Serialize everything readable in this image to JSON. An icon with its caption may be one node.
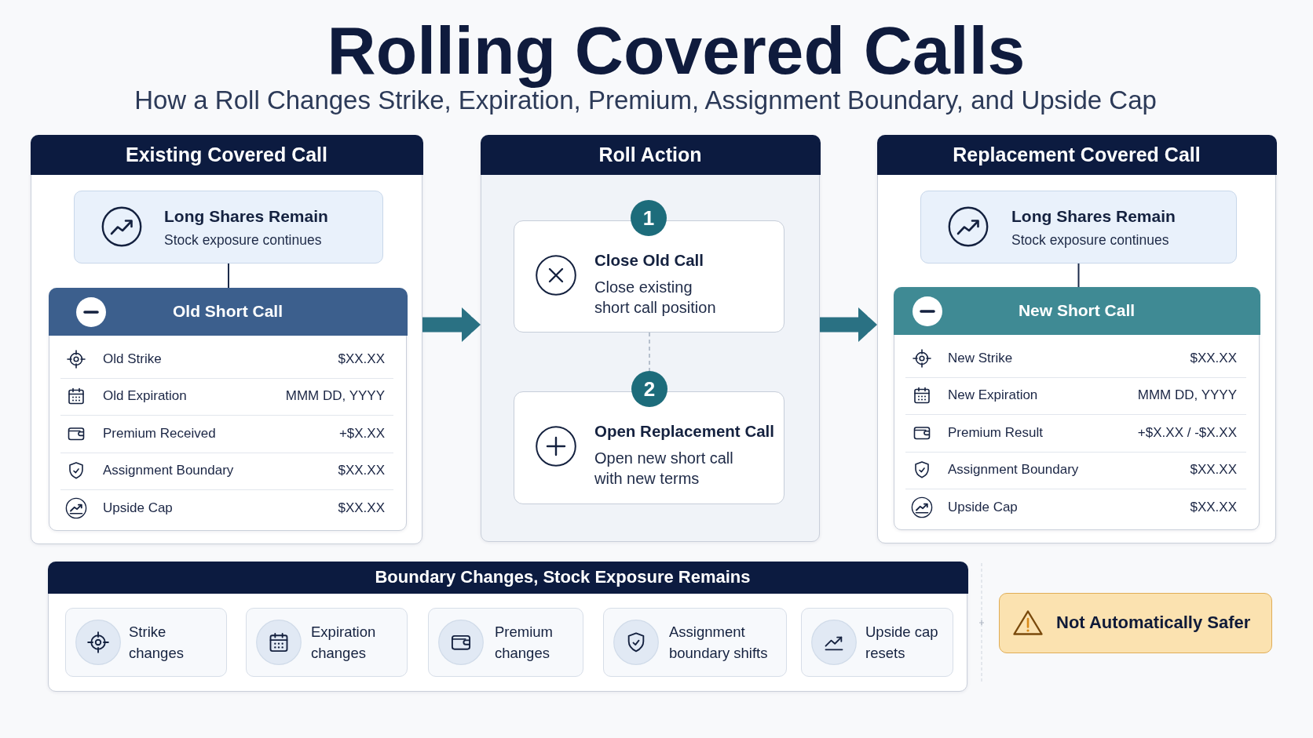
{
  "diagram": {
    "title": "Rolling Covered Calls",
    "caption": "How a Roll Changes Strike, Expiration, Premium, Assignment Boundary, and Upside Cap",
    "nodes": [
      {
        "text": [
          "Existing Covered Call"
        ]
      },
      {
        "text": [
          "Long Shares Remain",
          "Stock exposure continues"
        ],
        "in": 0
      },
      {
        "text": [
          "Old Short Call",
          "Old Strike",
          "$XX.XX",
          "Old Expiration",
          "MMM DD, YYYY",
          "Premium Received",
          "+$X.XX",
          "Assignment Boundary",
          "$XX.XX",
          "Upside Cap",
          "$XX.XX"
        ],
        "in": 0
      },
      {
        "text": [
          "Roll Action"
        ]
      },
      {
        "text": [
          "1"
        ],
        "in": 3
      },
      {
        "text": [
          "Close Old Call",
          "Close existing short call position"
        ],
        "in": 3
      },
      {
        "text": [
          "2"
        ],
        "in": 3
      },
      {
        "text": [
          "Open Replacement Call",
          "Open new short call with new terms"
        ],
        "in": 3
      },
      {
        "text": [
          "Replacement Covered Call"
        ]
      },
      {
        "text": [
          "Long Shares Remain",
          "Stock exposure continues"
        ],
        "in": 8
      },
      {
        "text": [
          "New Short Call",
          "New Strike",
          "$XX.XX",
          "New Expiration",
          "MMM DD, YYYY",
          "Premium Result",
          "+$X.XX / -$X.XX",
          "Assignment Boundary",
          "$XX.XX",
          "Upside Cap",
          "$XX.XX"
        ],
        "in": 8
      },
      {
        "text": [
          "Boundary Changes, Stock Exposure Remains"
        ]
      },
      {
        "text": [
          "Strike changes"
        ],
        "in": 11
      },
      {
        "text": [
          "Expiration changes"
        ],
        "in": 11
      },
      {
        "text": [
          "Premium changes"
        ],
        "in": 11
      },
      {
        "text": [
          "Assignment boundary shifts"
        ],
        "in": 11
      },
      {
        "text": [
          "Upside cap resets"
        ],
        "in": 11
      },
      {
        "text": [
          "Not Automatically Safer"
        ]
      }
    ],
    "edges": [
      {
        "from": 1,
        "to": 2,
        "arrow": "none"
      },
      {
        "from": 0,
        "to": 3,
        "arrow": "to",
        "style": "thick",
        "color": "#2a7183"
      },
      {
        "from": 5,
        "to": 6,
        "arrow": "none",
        "style": "dashed",
        "color": "#a9b3c2"
      },
      {
        "from": 3,
        "to": 8,
        "arrow": "to",
        "style": "thick",
        "color": "#2a7183"
      },
      {
        "from": 9,
        "to": 10,
        "arrow": "none"
      }
    ]
  }
}
